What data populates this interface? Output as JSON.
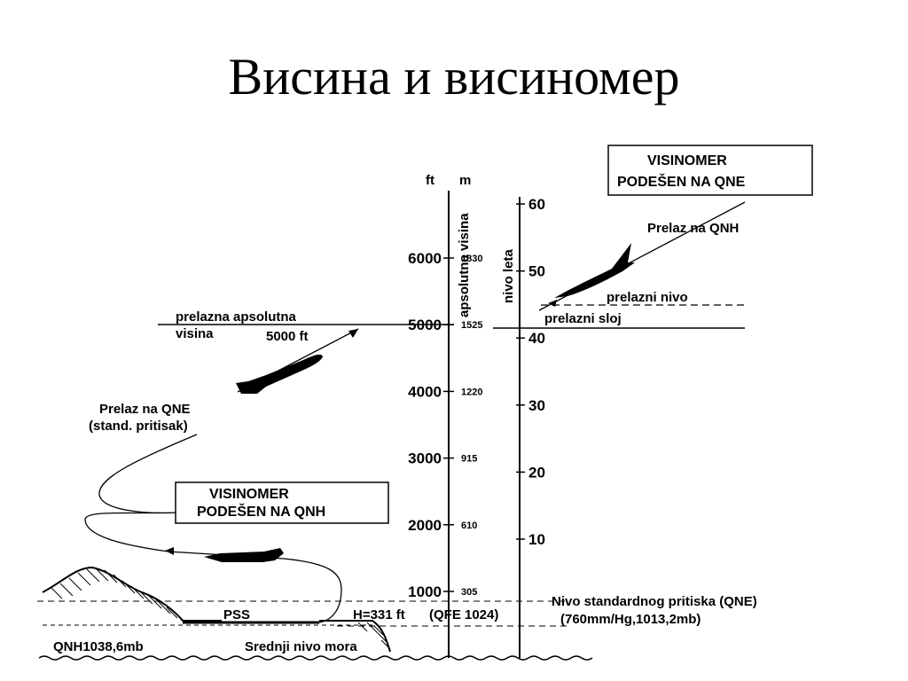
{
  "title": "Висина и висиномер",
  "axes": {
    "unit_ft": "ft",
    "unit_m": "m",
    "abs_label": "apsolutna visina",
    "fl_label": "nivo leta",
    "ft_ticks": [
      {
        "ft": 1000,
        "ft_label": "1000",
        "m_label": "305"
      },
      {
        "ft": 2000,
        "ft_label": "2000",
        "m_label": "610"
      },
      {
        "ft": 3000,
        "ft_label": "3000",
        "m_label": "915"
      },
      {
        "ft": 4000,
        "ft_label": "4000",
        "m_label": "1220"
      },
      {
        "ft": 5000,
        "ft_label": "5000",
        "m_label": "1525"
      },
      {
        "ft": 6000,
        "ft_label": "6000",
        "m_label": "1830"
      }
    ],
    "fl_ticks": [
      {
        "fl": 10,
        "label": "10"
      },
      {
        "fl": 20,
        "label": "20"
      },
      {
        "fl": 30,
        "label": "30"
      },
      {
        "fl": 40,
        "label": "40"
      },
      {
        "fl": 50,
        "label": "50"
      },
      {
        "fl": 60,
        "label": "60"
      }
    ]
  },
  "labels": {
    "box_qne": [
      "VISINOMER",
      "PODEŠEN NA QNE"
    ],
    "box_qnh": [
      "VISINOMER",
      "PODEŠEN NA QNH"
    ],
    "prelaz_qnh": "Prelaz na QNH",
    "prelazni_nivo": "prelazni nivo",
    "prelazni_sloj": "prelazni sloj",
    "prelazna_line1": "prelazna apsolutna",
    "prelazna_line2_a": "visina",
    "prelazna_line2_b": "5000 ft",
    "prelaz_qne_line1": "Prelaz na QNE",
    "prelaz_qne_line2": "(stand. pritisak)",
    "pss": "PSS",
    "h_value": "H=331 ft",
    "qfe": "(QFE 1024)",
    "nivo_std_line1": "Nivo standardnog pritiska (QNE)",
    "nivo_std_line2": "(760mm/Hg,1013,2mb)",
    "qnh_value": "QNH1038,6mb",
    "srednji_nivo": "Srednji nivo mora"
  }
}
